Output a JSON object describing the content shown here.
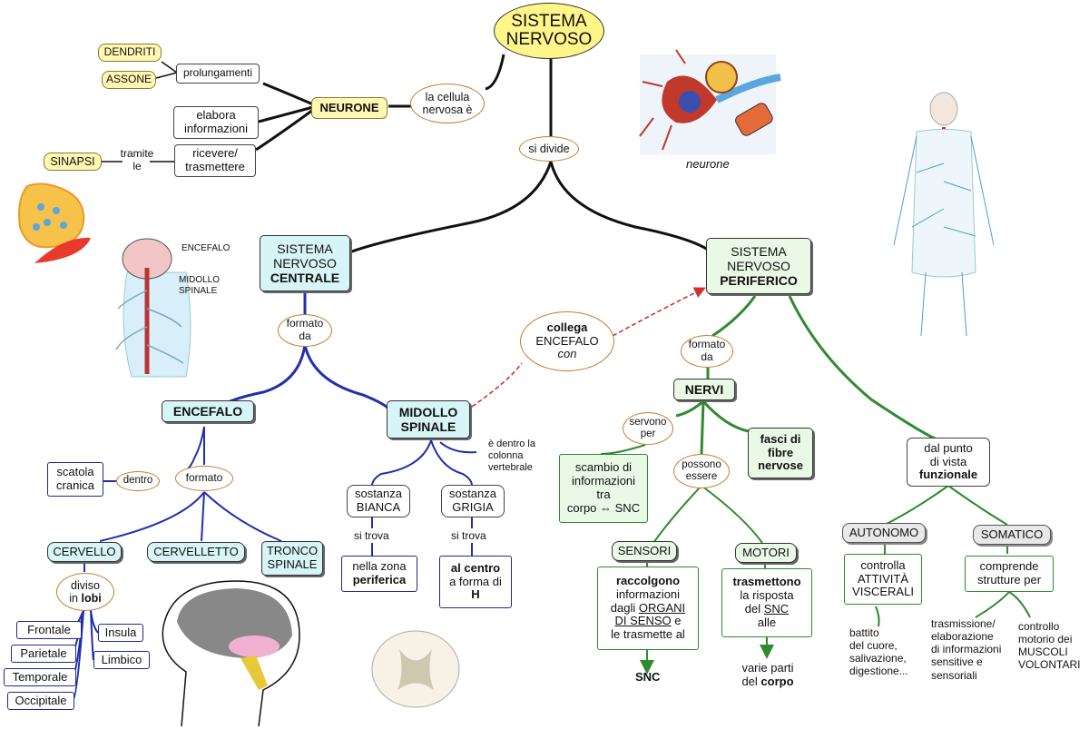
{
  "title": [
    "SISTEMA",
    "NERVOSO"
  ],
  "neurone": {
    "cell_label": [
      "la cellula",
      "nervosa è"
    ],
    "label": "NEURONE",
    "prolungamenti": "prolungamenti",
    "dendriti": "DENDRITI",
    "assone": "ASSONE",
    "elabora": [
      "elabora",
      "informazioni"
    ],
    "ricevere": [
      "ricevere/",
      "trasmettere"
    ],
    "tramite": [
      "tramite",
      "le"
    ],
    "sinapsi": "SINAPSI",
    "image_caption": "neurone"
  },
  "si_divide": "si divide",
  "snc": {
    "title": [
      "SISTEMA",
      "NERVOSO"
    ],
    "title_bold": "CENTRALE",
    "formato_da": [
      "formato",
      "da"
    ],
    "encefalo": "ENCEFALO",
    "midollo": [
      "MIDOLLO",
      "SPINALE"
    ],
    "img_encefalo": "ENCEFALO",
    "img_midollo": [
      "MIDOLLO",
      "SPINALE"
    ],
    "scatola": [
      "scatola",
      "cranica"
    ],
    "dentro": "dentro",
    "formato": "formato",
    "cervello": "CERVELLO",
    "cervelletto": "CERVELLETTO",
    "tronco": [
      "TRONCO",
      "SPINALE"
    ],
    "diviso": [
      "diviso",
      "in"
    ],
    "lobi": "lobi",
    "lobi_list": [
      "Frontale",
      "Parietale",
      "Temporale",
      "Occipitale"
    ],
    "insula": "Insula",
    "limbico": "Limbico",
    "dentro_colonna": [
      "è dentro la",
      "colonna",
      "vertebrale"
    ],
    "sostanza_bianca": [
      "sostanza",
      "BIANCA"
    ],
    "sostanza_grigia": [
      "sostanza",
      "GRIGIA"
    ],
    "si_trova": "si trova",
    "zona": "nella zona",
    "periferica": "periferica",
    "al_centro": "al centro",
    "forma": "a forma di",
    "h": "H"
  },
  "collega": {
    "bold": "collega",
    "middle": "ENCEFALO",
    "italic": "con"
  },
  "snp": {
    "title": [
      "SISTEMA",
      "NERVOSO"
    ],
    "title_bold": "PERIFERICO",
    "formato_da": [
      "formato",
      "da"
    ],
    "nervi": "NERVI",
    "servono": [
      "servono",
      "per"
    ],
    "scambio": [
      "scambio di",
      "informazioni",
      "tra",
      "corpo ⇔ SNC"
    ],
    "possono": [
      "possono",
      "essere"
    ],
    "fasci": [
      "fasci di",
      "fibre",
      "nervose"
    ],
    "sensori": "SENSORI",
    "motori": "MOTORI",
    "raccolgono_bold": "raccolgono",
    "raccolgono_rest": [
      "informazioni",
      "dagli"
    ],
    "organi": "ORGANI",
    "di_senso": "DI SENSO",
    "e": " e",
    "trasmette": "le trasmette al",
    "snc_out": "SNC",
    "trasmettono_bold": "trasmettono",
    "risposta": "la risposta",
    "del": "del ",
    "snc_u": "SNC",
    "alle": "alle",
    "varie": "varie parti",
    "del_corpo": "del ",
    "corpo": "corpo",
    "punto": [
      "dal punto",
      "di vista"
    ],
    "funzionale": "funzionale",
    "autonomo": "AUTONOMO",
    "somatico": "SOMATICO",
    "controlla": [
      "controlla",
      "ATTIVITÀ",
      "VISCERALI"
    ],
    "comprende": [
      "comprende",
      "strutture per"
    ],
    "battito": [
      "battito",
      "del cuore,",
      "salivazione,",
      "digestione..."
    ],
    "trasmissione": [
      "trasmissione/",
      "elaborazione",
      "di informazioni",
      "sensitive e",
      "sensoriali"
    ],
    "controllo": [
      "controllo",
      "motorio dei",
      "MUSCOLI",
      "VOLONTARI"
    ]
  },
  "colors": {
    "title_fill": "#fff68a",
    "cyan": "#d7f4f6",
    "green": "#eaf8e6",
    "blue_line": "#1f2fb0",
    "green_line": "#2e8b2e",
    "orange_border": "#c9782c",
    "red_arrow": "#d03030"
  }
}
